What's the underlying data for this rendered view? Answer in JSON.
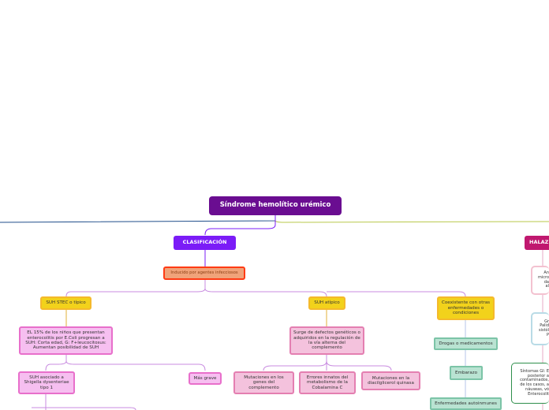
{
  "root": "Síndrome hemolítico urémico",
  "clasificacion": {
    "label": "CLASIFICACIÓN",
    "inducido": "Inducido por agentes infecciosos",
    "stec": "SUH STEC o típico",
    "stec_child": "EL 15% de los niños que presentan enterocolitis por E.Coli progresan a SUH: Corta edad, G: F+leucocitosus: Aumentan posibilidad de SUH",
    "shigella": "SUH asociado a Shigella dysenteriae tipo 1",
    "mas_grave": "Más grave",
    "atipico": "SUH atípico",
    "atipico_child": "Surge de defectos genéticos o adquiridos en la regulación de la vía alterna del complemento",
    "mutaciones": "Mutaciones en los genes del complemento",
    "errores": "Errores innatos del metabolismo de la Cobalamina C",
    "diacil": "Mutaciones en la diacilglicerol quinasa",
    "coexistente": "Coexistente con otras enfermedades o condiciones",
    "drogas": "Drogas o medicamentos",
    "embarazo": "Embarazo",
    "autoinmunes": "Enfermedades autoinmunes"
  },
  "hallazgos": {
    "label": "HALAZ",
    "box1": "An\nmicro\nda\nal",
    "box2": "Gr\nPalid\nsistól\nP",
    "box3": "Síntomas GI: E\nposterior a\ncontaminados,\nde los casos, a\nnáuseas, vó\nEnterocolit"
  },
  "colors": {
    "root": "#6a0d91",
    "clasificacion": "#7b1cf7",
    "hallazgos": "#c0186f"
  }
}
